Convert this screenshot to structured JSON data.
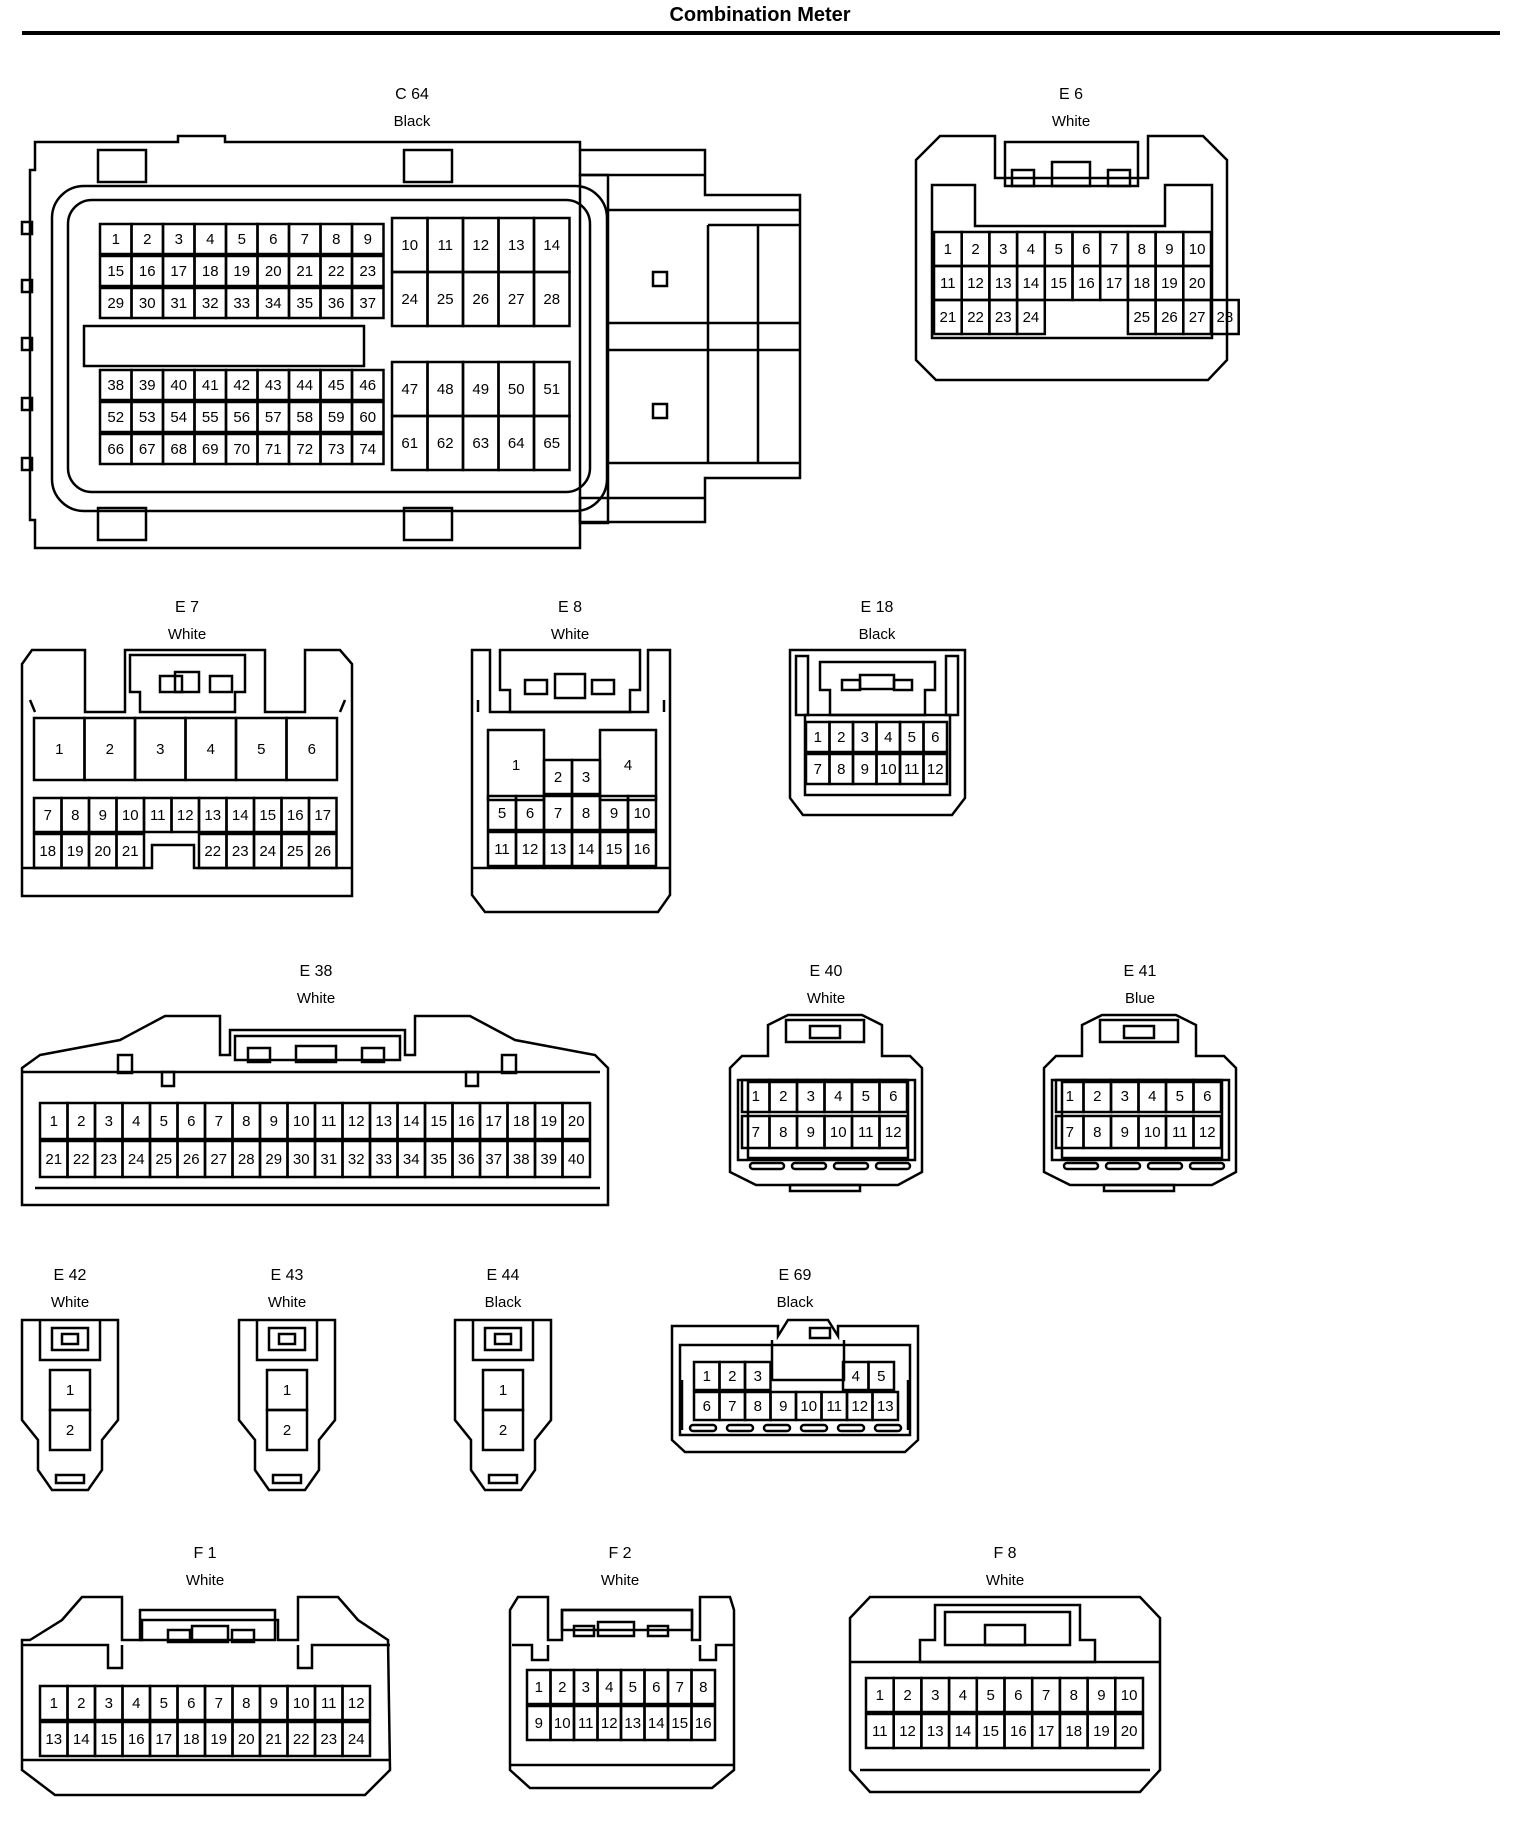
{
  "title": "Combination Meter",
  "connectors": {
    "C64": {
      "id": "C 64",
      "color": "Black"
    },
    "E6": {
      "id": "E 6",
      "color": "White"
    },
    "E7": {
      "id": "E 7",
      "color": "White"
    },
    "E8": {
      "id": "E 8",
      "color": "White"
    },
    "E18": {
      "id": "E 18",
      "color": "Black"
    },
    "E38": {
      "id": "E 38",
      "color": "White"
    },
    "E40": {
      "id": "E 40",
      "color": "White"
    },
    "E41": {
      "id": "E 41",
      "color": "Blue"
    },
    "E42": {
      "id": "E 42",
      "color": "White"
    },
    "E43": {
      "id": "E 43",
      "color": "White"
    },
    "E44": {
      "id": "E 44",
      "color": "Black"
    },
    "E69": {
      "id": "E 69",
      "color": "Black"
    },
    "F1": {
      "id": "F 1",
      "color": "White"
    },
    "F2": {
      "id": "F 2",
      "color": "White"
    },
    "F8": {
      "id": "F 8",
      "color": "White"
    }
  }
}
